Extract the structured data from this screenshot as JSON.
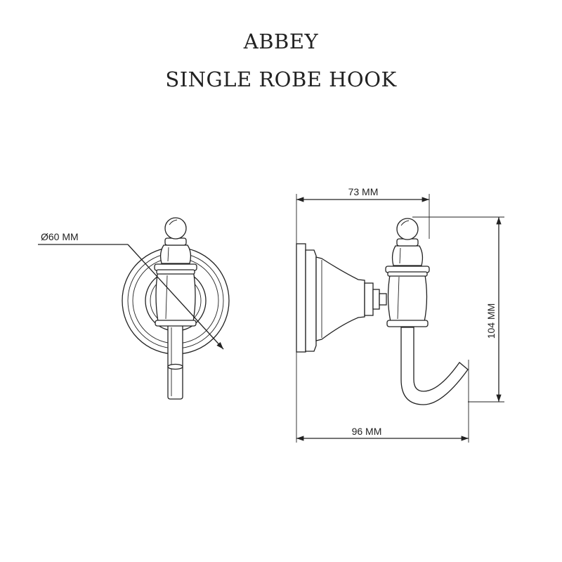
{
  "title": {
    "line1": "ABBEY",
    "line2": "SINGLE ROBE HOOK"
  },
  "dimensions": {
    "diameter": "Ø60 MM",
    "top_width": "73 MM",
    "bottom_width": "96 MM",
    "height": "104 MM"
  }
}
